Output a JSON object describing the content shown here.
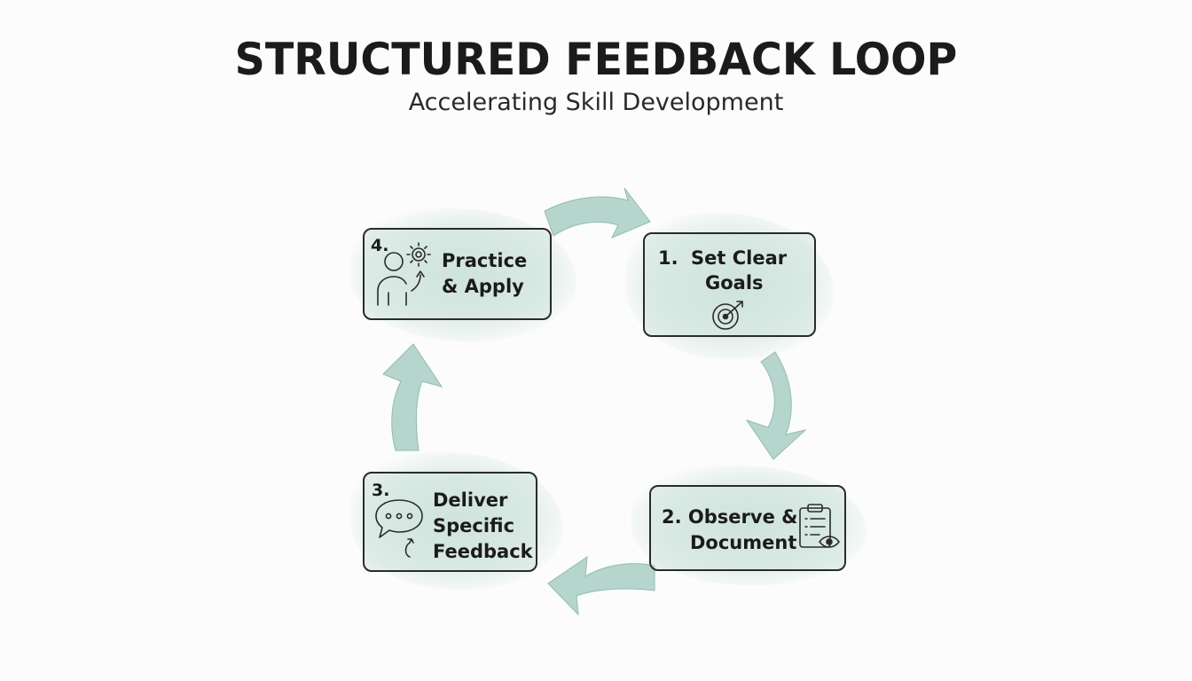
{
  "header": {
    "title": "STRUCTURED FEEDBACK LOOP",
    "subtitle": "Accelerating Skill Development"
  },
  "steps": [
    {
      "number": "1.",
      "line1": "Set Clear",
      "line2": "Goals",
      "line3": "",
      "icon": "target-icon"
    },
    {
      "number": "2.",
      "line1": "Observe &",
      "line2": "Document",
      "line3": "",
      "icon": "clipboard-eye-icon"
    },
    {
      "number": "3.",
      "line1": "Deliver",
      "line2": "Specific",
      "line3": "Feedback",
      "icon": "speech-bubble-icon"
    },
    {
      "number": "4.",
      "line1": "Practice",
      "line2": "& Apply",
      "line3": "",
      "icon": "person-gear-icon"
    }
  ],
  "colors": {
    "arrow": "#a9cfc4",
    "wash": "#cfe4dd",
    "stroke": "#2b2b2b"
  }
}
